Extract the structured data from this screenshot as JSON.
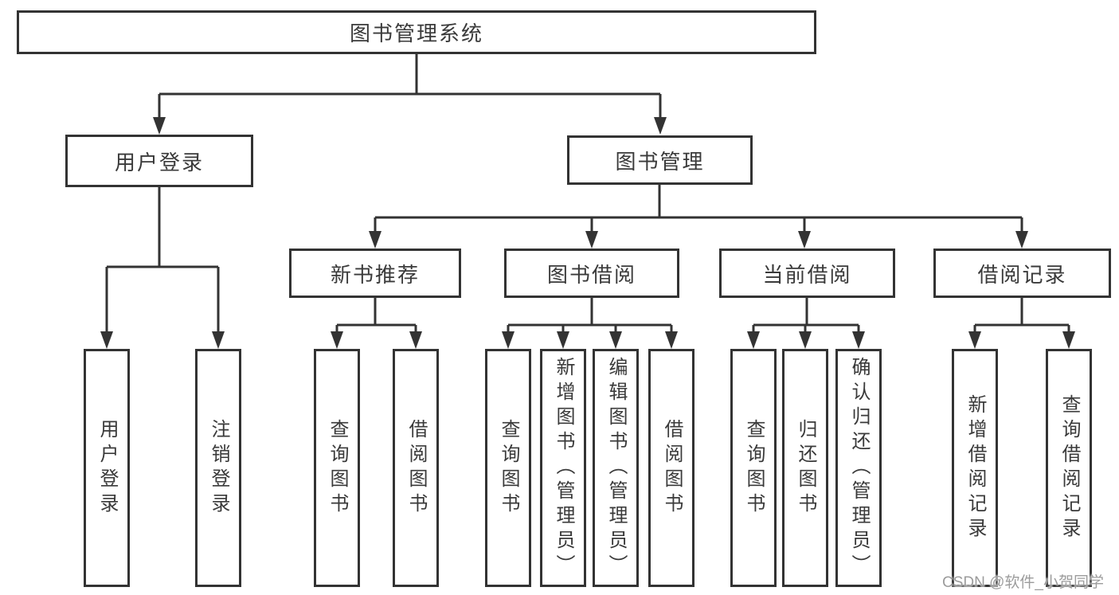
{
  "tree": {
    "root": {
      "label": "图书管理系统",
      "children": [
        {
          "label": "用户登录",
          "children": [
            {
              "label": "用户登录"
            },
            {
              "label": "注销登录"
            }
          ]
        },
        {
          "label": "图书管理",
          "children": [
            {
              "label": "新书推荐",
              "children": [
                {
                  "label": "查询图书"
                },
                {
                  "label": "借阅图书"
                }
              ]
            },
            {
              "label": "图书借阅",
              "children": [
                {
                  "label": "查询图书"
                },
                {
                  "label": "新增图书（管理员）"
                },
                {
                  "label": "编辑图书（管理员）"
                },
                {
                  "label": "借阅图书"
                }
              ]
            },
            {
              "label": "当前借阅",
              "children": [
                {
                  "label": "查询图书"
                },
                {
                  "label": "归还图书"
                },
                {
                  "label": "确认归还（管理员）"
                }
              ]
            },
            {
              "label": "借阅记录",
              "children": [
                {
                  "label": "新增借阅记录"
                },
                {
                  "label": "查询借阅记录"
                }
              ]
            }
          ]
        }
      ]
    }
  },
  "watermark": {
    "text": "CSDN @软件_小贺同学"
  },
  "colors": {
    "line": "#333333",
    "node_text": "#3a3a3a",
    "watermark_text": "#9c9c9c",
    "background": "#ffffff"
  }
}
